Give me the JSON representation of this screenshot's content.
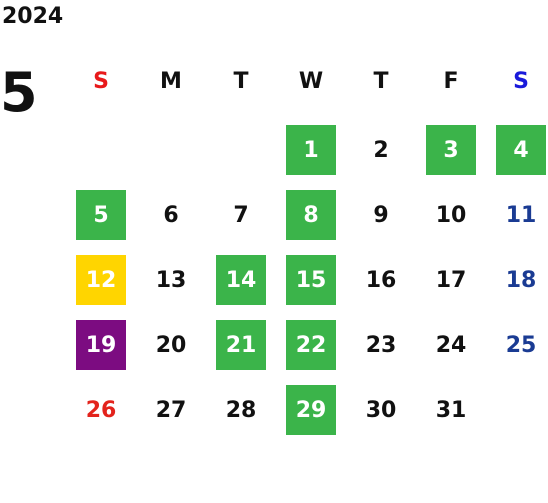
{
  "year": "2024",
  "month": "5",
  "weekdays": [
    {
      "label": "S",
      "color": "#e8191b"
    },
    {
      "label": "M",
      "color": "#111111"
    },
    {
      "label": "T",
      "color": "#111111"
    },
    {
      "label": "W",
      "color": "#111111"
    },
    {
      "label": "T",
      "color": "#111111"
    },
    {
      "label": "F",
      "color": "#111111"
    },
    {
      "label": "S",
      "color": "#1a1adb"
    }
  ],
  "colors": {
    "sunday": "#e3231c",
    "saturday": "#1a3b93",
    "weekday": "#111111",
    "green_bg": "#3bb44a",
    "yellow_bg": "#ffd500",
    "purple_bg": "#7c0c81",
    "highlight_text": "#ffffff"
  },
  "days": [
    {
      "day": "1",
      "dow": 3,
      "highlight": "green"
    },
    {
      "day": "2",
      "dow": 4,
      "highlight": null
    },
    {
      "day": "3",
      "dow": 5,
      "highlight": "green"
    },
    {
      "day": "4",
      "dow": 6,
      "highlight": "green"
    },
    {
      "day": "5",
      "dow": 0,
      "highlight": "green"
    },
    {
      "day": "6",
      "dow": 1,
      "highlight": null
    },
    {
      "day": "7",
      "dow": 2,
      "highlight": null
    },
    {
      "day": "8",
      "dow": 3,
      "highlight": "green"
    },
    {
      "day": "9",
      "dow": 4,
      "highlight": null
    },
    {
      "day": "10",
      "dow": 5,
      "highlight": null
    },
    {
      "day": "11",
      "dow": 6,
      "highlight": null
    },
    {
      "day": "12",
      "dow": 0,
      "highlight": "yellow"
    },
    {
      "day": "13",
      "dow": 1,
      "highlight": null
    },
    {
      "day": "14",
      "dow": 2,
      "highlight": "green"
    },
    {
      "day": "15",
      "dow": 3,
      "highlight": "green"
    },
    {
      "day": "16",
      "dow": 4,
      "highlight": null
    },
    {
      "day": "17",
      "dow": 5,
      "highlight": null
    },
    {
      "day": "18",
      "dow": 6,
      "highlight": null
    },
    {
      "day": "19",
      "dow": 0,
      "highlight": "purple"
    },
    {
      "day": "20",
      "dow": 1,
      "highlight": null
    },
    {
      "day": "21",
      "dow": 2,
      "highlight": "green"
    },
    {
      "day": "22",
      "dow": 3,
      "highlight": "green"
    },
    {
      "day": "23",
      "dow": 4,
      "highlight": null
    },
    {
      "day": "24",
      "dow": 5,
      "highlight": null
    },
    {
      "day": "25",
      "dow": 6,
      "highlight": null
    },
    {
      "day": "26",
      "dow": 0,
      "highlight": null
    },
    {
      "day": "27",
      "dow": 1,
      "highlight": null
    },
    {
      "day": "28",
      "dow": 2,
      "highlight": null
    },
    {
      "day": "29",
      "dow": 3,
      "highlight": "green"
    },
    {
      "day": "30",
      "dow": 4,
      "highlight": null
    },
    {
      "day": "31",
      "dow": 5,
      "highlight": null
    }
  ]
}
